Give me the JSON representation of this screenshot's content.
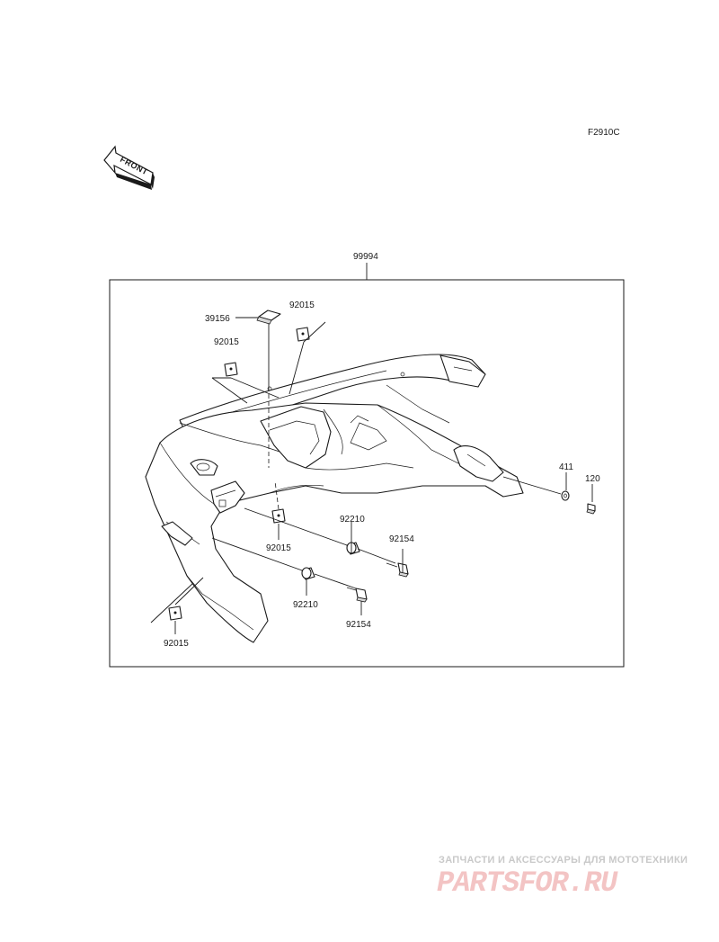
{
  "diagram": {
    "figure_code": "F2910C",
    "front_indicator": "FRONT",
    "assembly_number": "99994",
    "callouts": {
      "p39156": "39156",
      "p92015_top_right": "92015",
      "p92015_left": "92015",
      "p92015_mid": "92015",
      "p92015_bottom": "92015",
      "p92210_upper": "92210",
      "p92210_lower": "92210",
      "p92154_upper": "92154",
      "p92154_lower": "92154",
      "p411": "411",
      "p120": "120"
    }
  },
  "watermark": {
    "line1": "ЗАПЧАСТИ И АКСЕССУАРЫ ДЛЯ МОТОТЕХНИКИ",
    "line2": "PARTSFOR.RU",
    "color": "#f3c4c4"
  }
}
